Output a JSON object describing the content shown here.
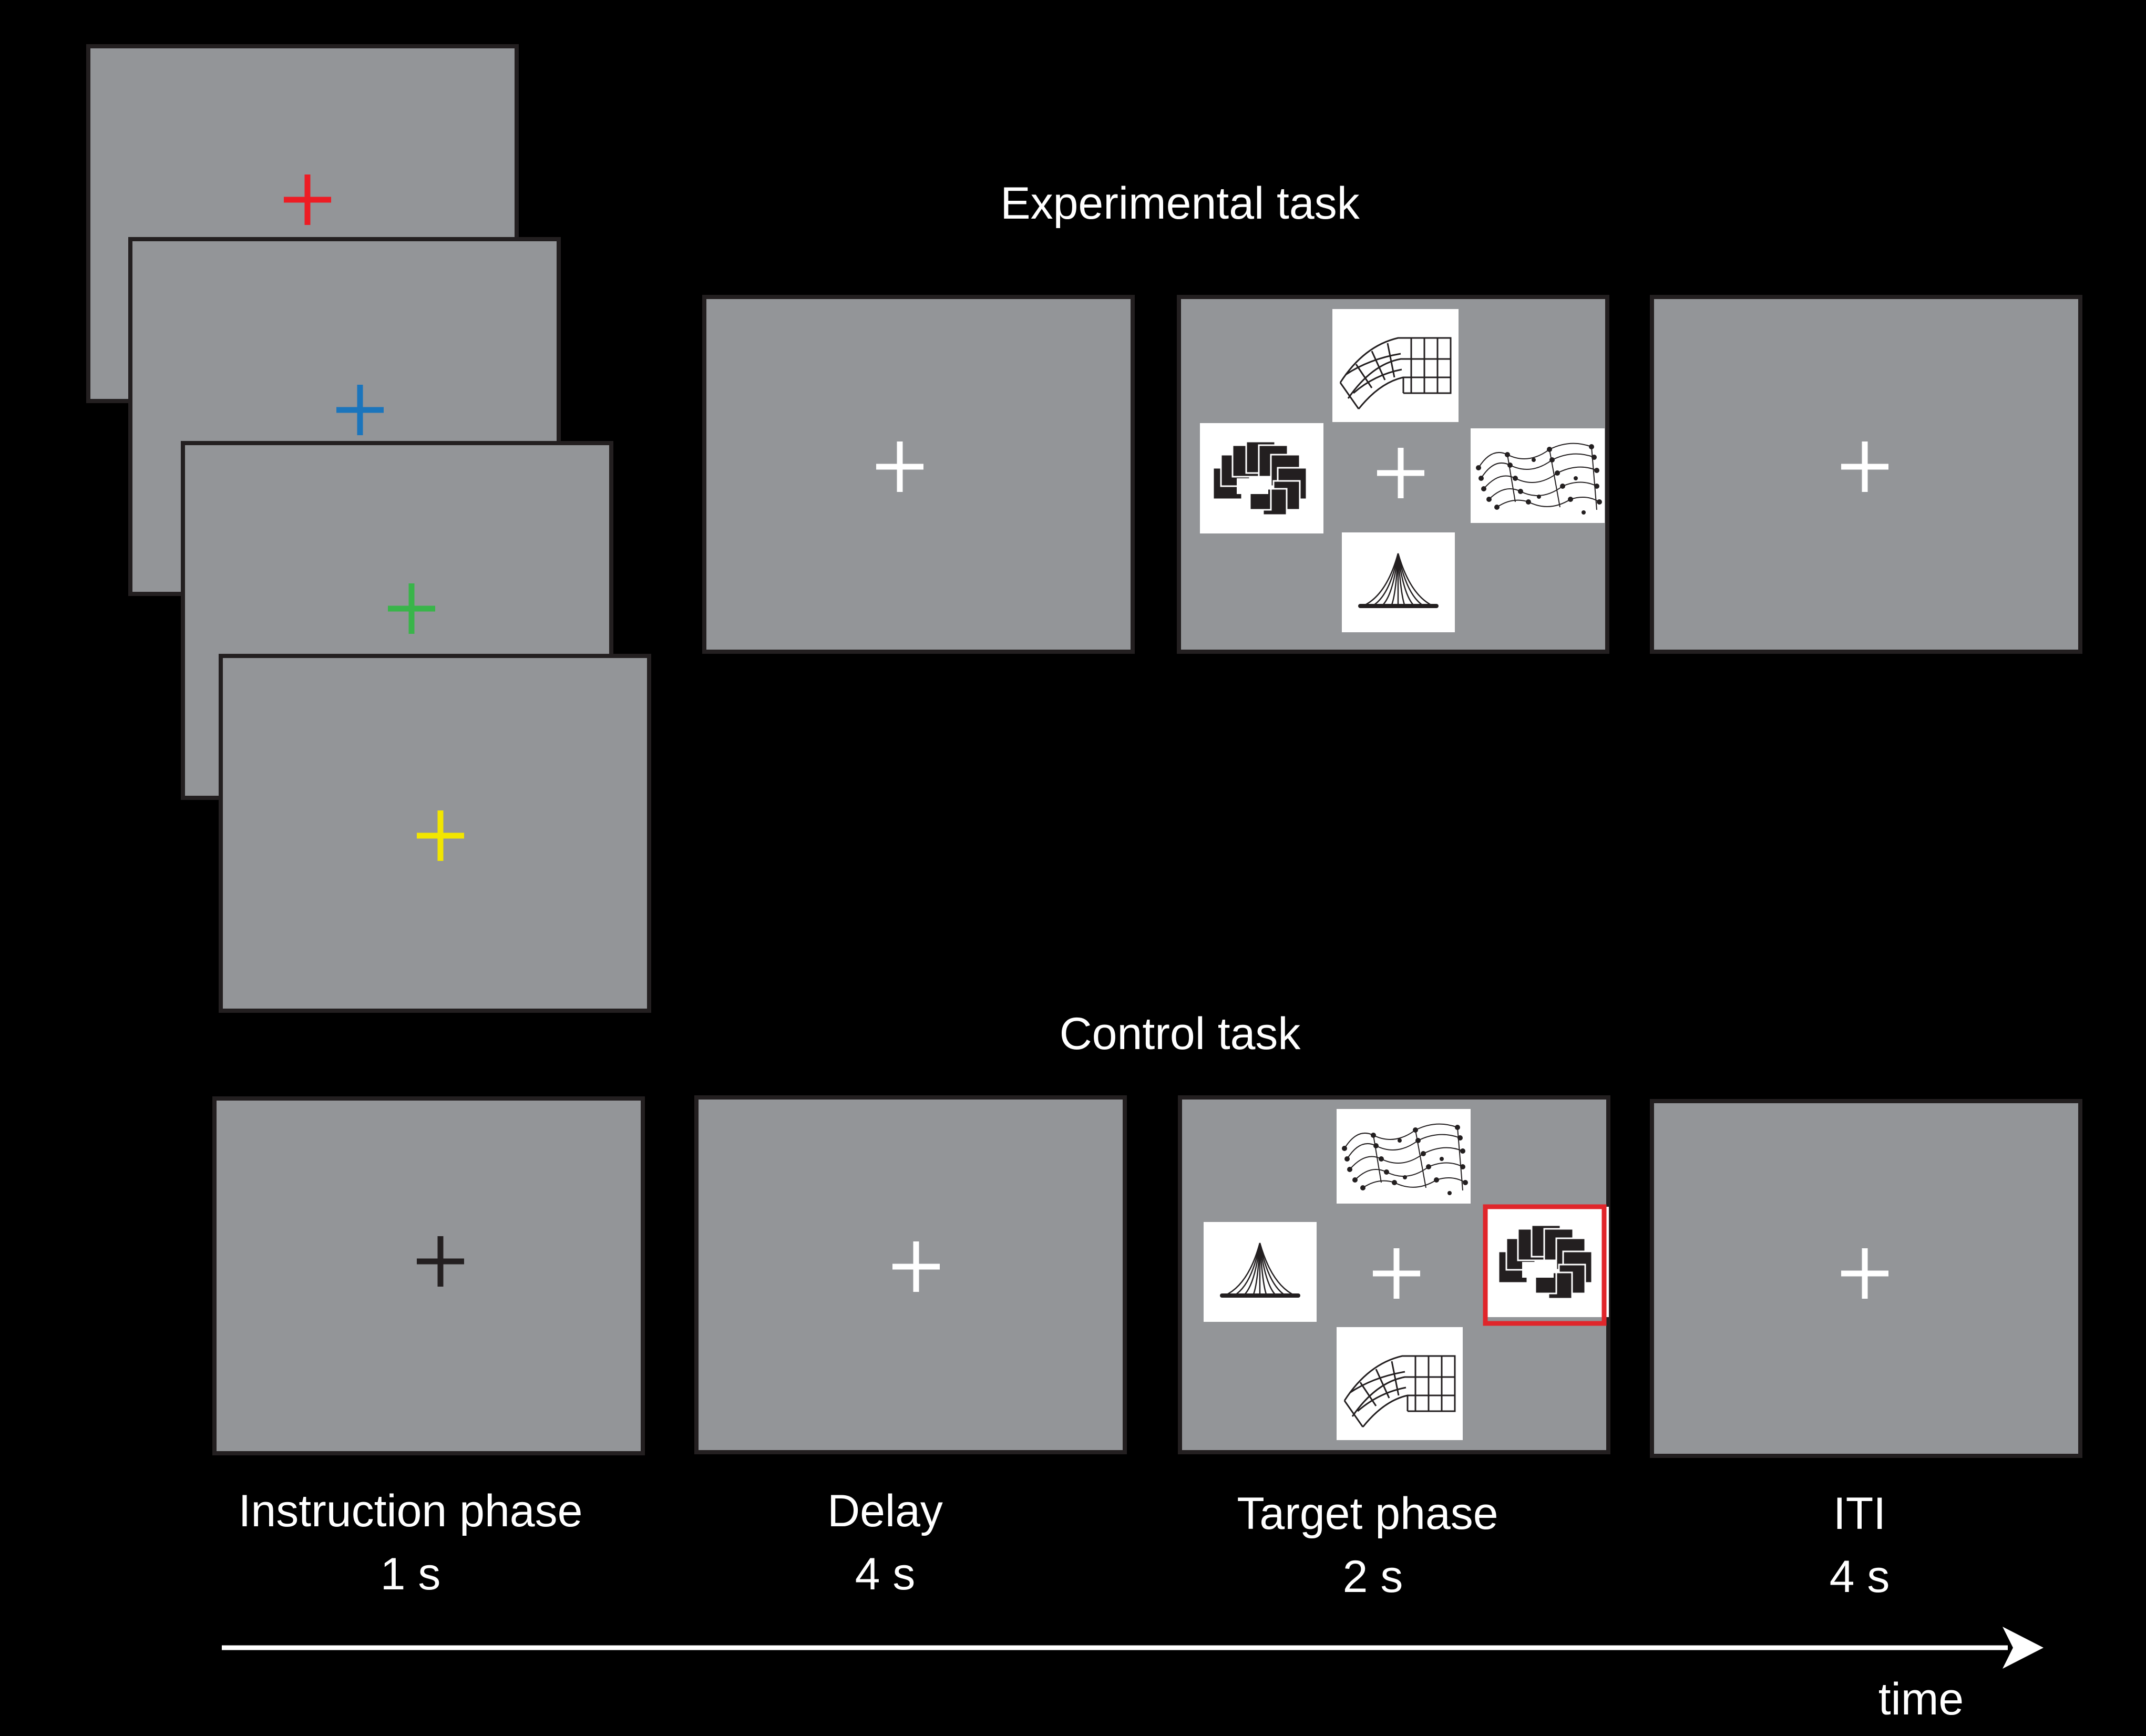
{
  "titles": {
    "experimental": "Experimental task",
    "control": "Control task"
  },
  "phases": [
    {
      "name": "Instruction phase",
      "duration": "1 s"
    },
    {
      "name": "Delay",
      "duration": "4 s"
    },
    {
      "name": "Target phase",
      "duration": "2 s"
    },
    {
      "name": "ITI",
      "duration": "4 s"
    }
  ],
  "time_label": "time",
  "colors": {
    "background": "#000000",
    "screen": "#939598",
    "screen_border": "#231f20",
    "fixation": "#ffffff",
    "instruction_cues": [
      "#ed1c24",
      "#1b75bc",
      "#39b54a",
      "#f2e600"
    ],
    "control_cue": "#231f20",
    "target_highlight": "#e0262b",
    "stimulus_card": "#ffffff"
  },
  "stimuli": [
    "curved-grid-stimulus",
    "spiral-blocks-stimulus",
    "dotted-wave-stimulus",
    "fan-lines-stimulus"
  ]
}
